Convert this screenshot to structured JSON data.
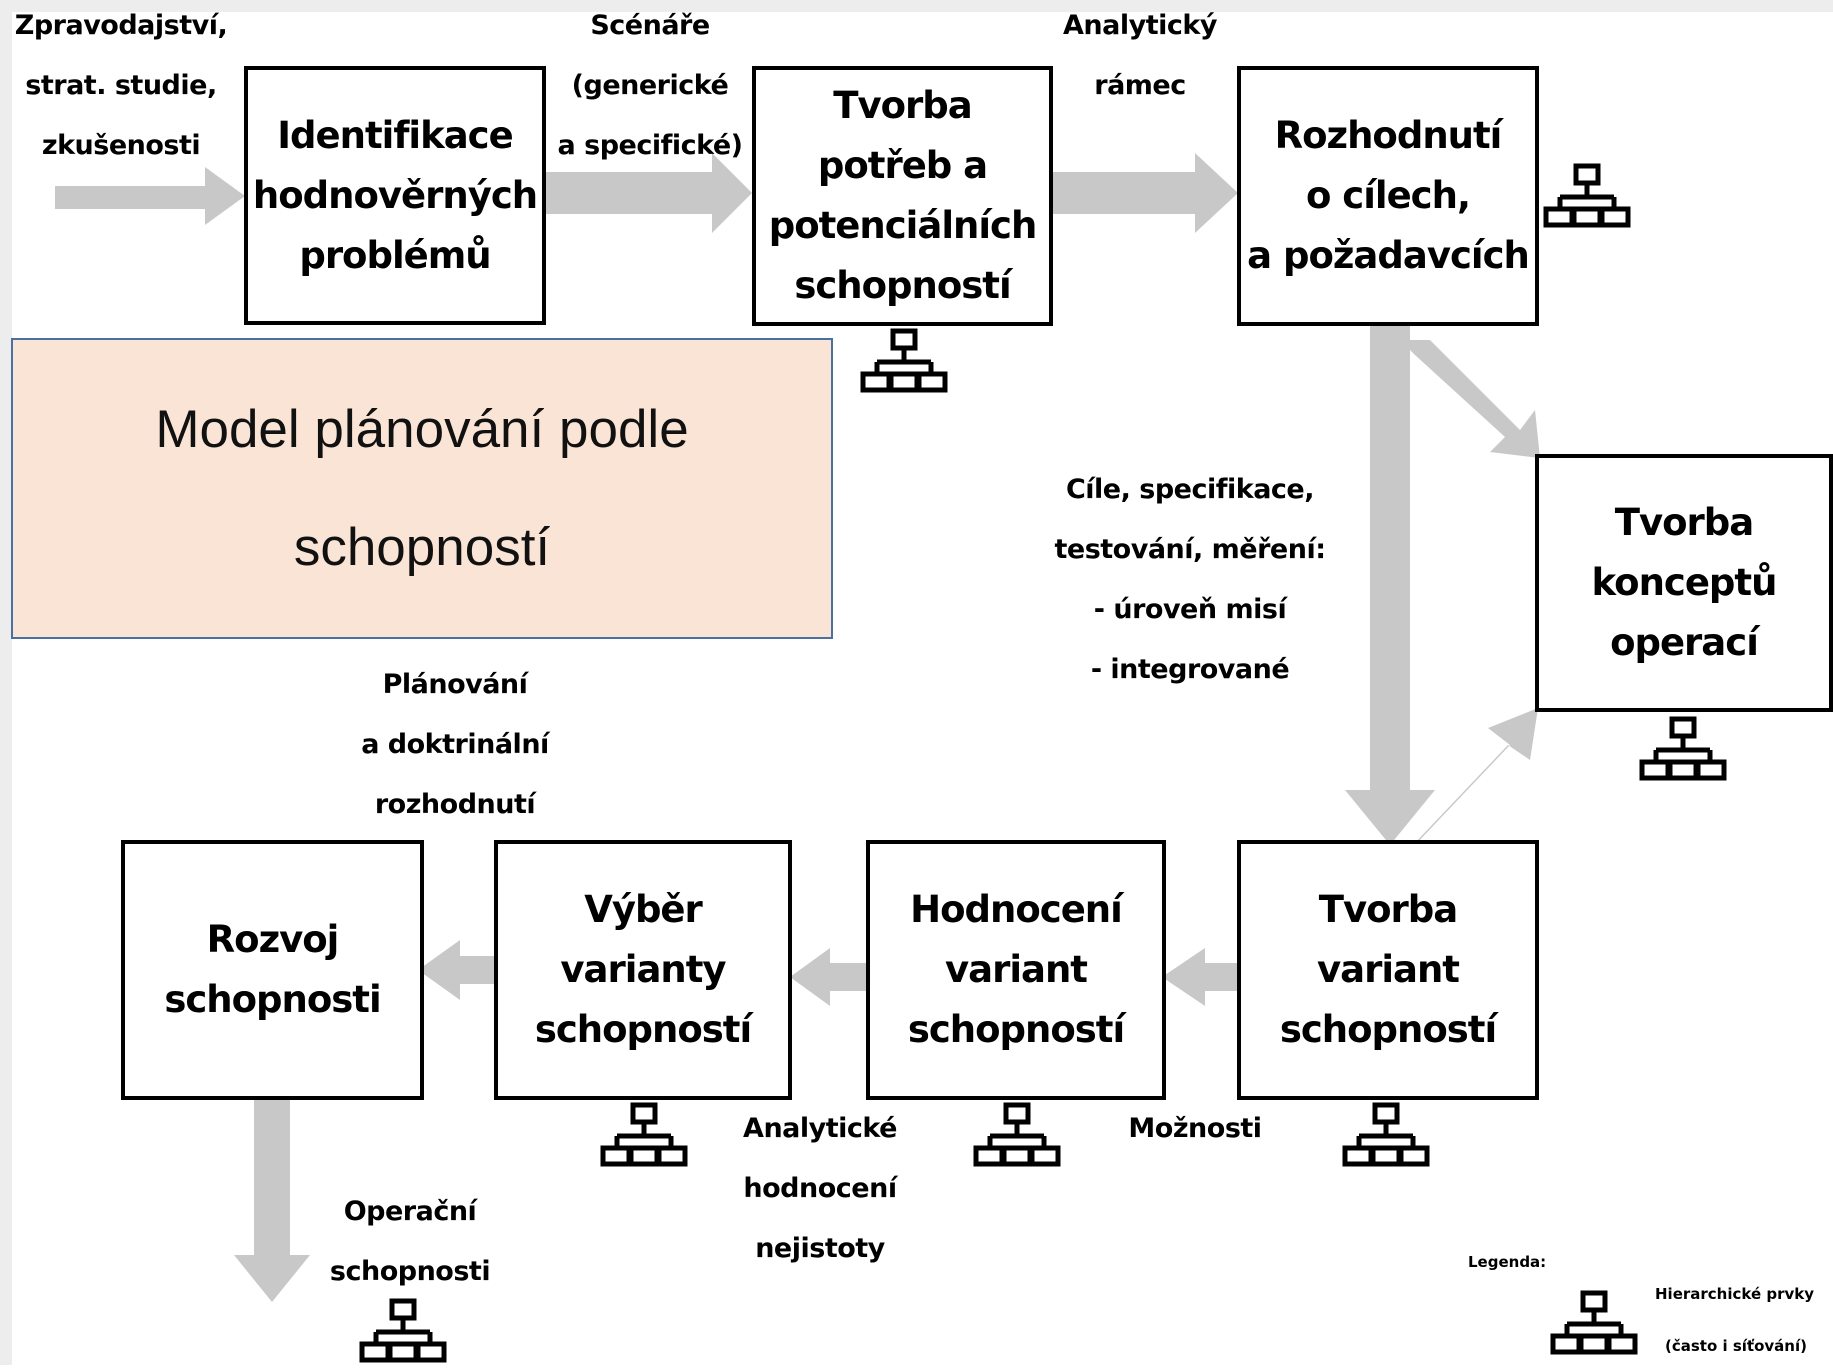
{
  "diagram": {
    "title_lines": [
      "Model plánování podle",
      "schopností"
    ],
    "boxes": {
      "identifikace": [
        "Identifikace",
        "hodnověrných",
        "problémů"
      ],
      "tvorba_potreb": [
        "Tvorba",
        "potřeb a",
        "potenciálních",
        "schopností"
      ],
      "rozhodnuti": [
        "Rozhodnutí",
        "o cílech,",
        "a požadavcích"
      ],
      "tvorba_konceptu": [
        "Tvorba",
        "konceptů",
        "operací"
      ],
      "tvorba_variant": [
        "Tvorba",
        "variant",
        "schopností"
      ],
      "hodnoceni": [
        "Hodnocení",
        "variant",
        "schopností"
      ],
      "vyber": [
        "Výběr",
        "varianty",
        "schopností"
      ],
      "rozvoj": [
        "Rozvoj",
        "schopnosti"
      ]
    },
    "labels": {
      "inputs": [
        "Zpravodajství,",
        "strat. studie,",
        "zkušenosti"
      ],
      "scenare": [
        "Scénáře",
        "(generické",
        "a specifické)"
      ],
      "analyticky_ramec": [
        "Analytický",
        "rámec"
      ],
      "cile": [
        "Cíle, specifikace,",
        "testování, měření:",
        "- úroveň misí",
        "- integrované"
      ],
      "planovani": [
        "Plánování",
        "a doktrinální",
        "rozhodnutí"
      ],
      "moznosti": [
        "Možnosti"
      ],
      "analyticke": [
        "Analytické",
        "hodnocení",
        "nejistoty"
      ],
      "operacni": [
        "Operační",
        "schopnosti"
      ]
    },
    "legend": {
      "title": "Legenda:",
      "item_line1": "Hierarchické prvky",
      "item_line2": "(často i síťování)",
      "icon": "hierarchy-icon"
    },
    "colors": {
      "arrow": "#c8c8c8",
      "box_border": "#000000",
      "title_fill": "#fae4d6",
      "title_border": "#4a6fa0"
    }
  }
}
